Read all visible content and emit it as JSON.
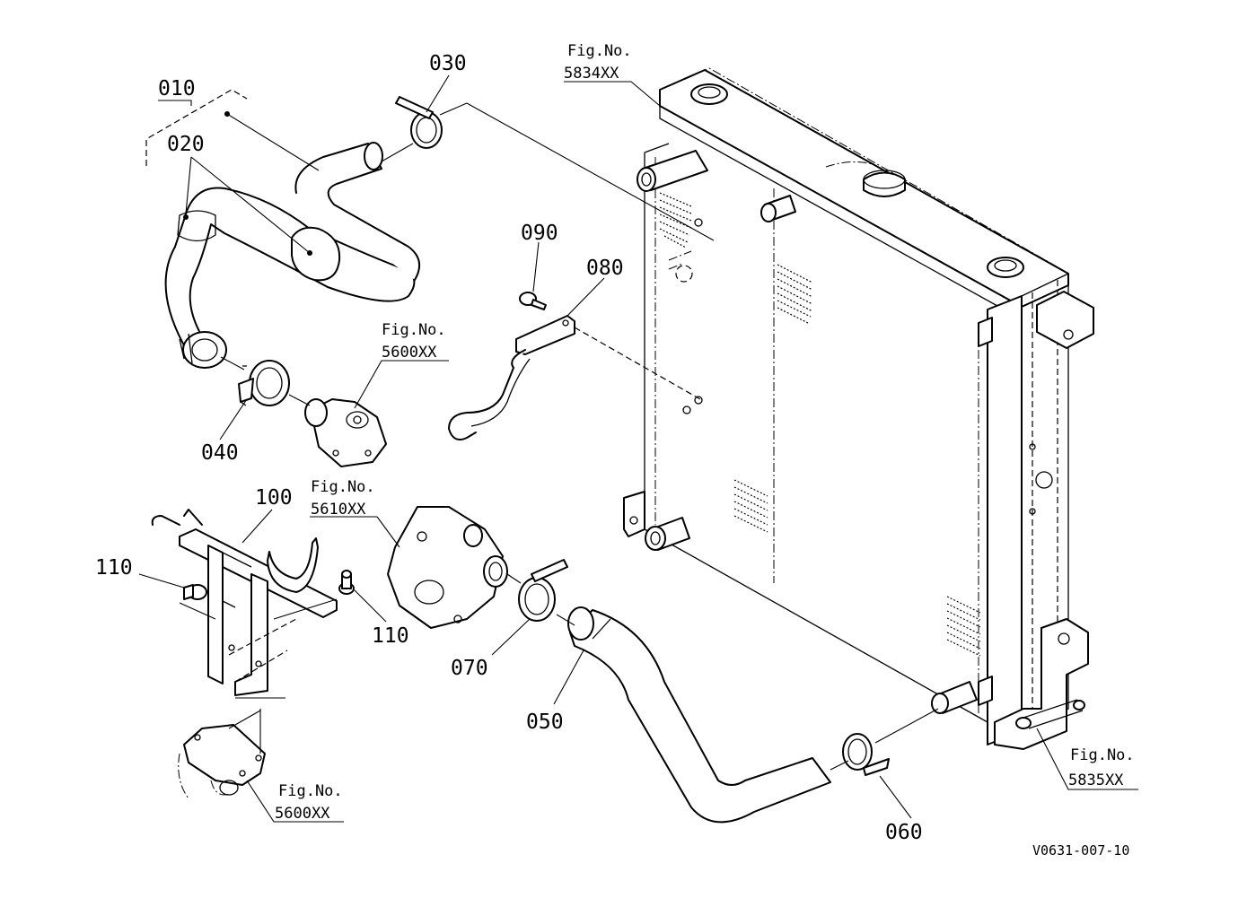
{
  "callouts": {
    "c010": "010",
    "c020": "020",
    "c030": "030",
    "c040": "040",
    "c050": "050",
    "c060": "060",
    "c070": "070",
    "c080": "080",
    "c090": "090",
    "c100": "100",
    "c110a": "110",
    "c110b": "110"
  },
  "figrefs": {
    "fig_label": "Fig.No.",
    "f5834": "5834XX",
    "f5600a": "5600XX",
    "f5610": "5610XX",
    "f5835": "5835XX",
    "f5600b": "5600XX"
  },
  "drawing_code": "V0631-007-10"
}
